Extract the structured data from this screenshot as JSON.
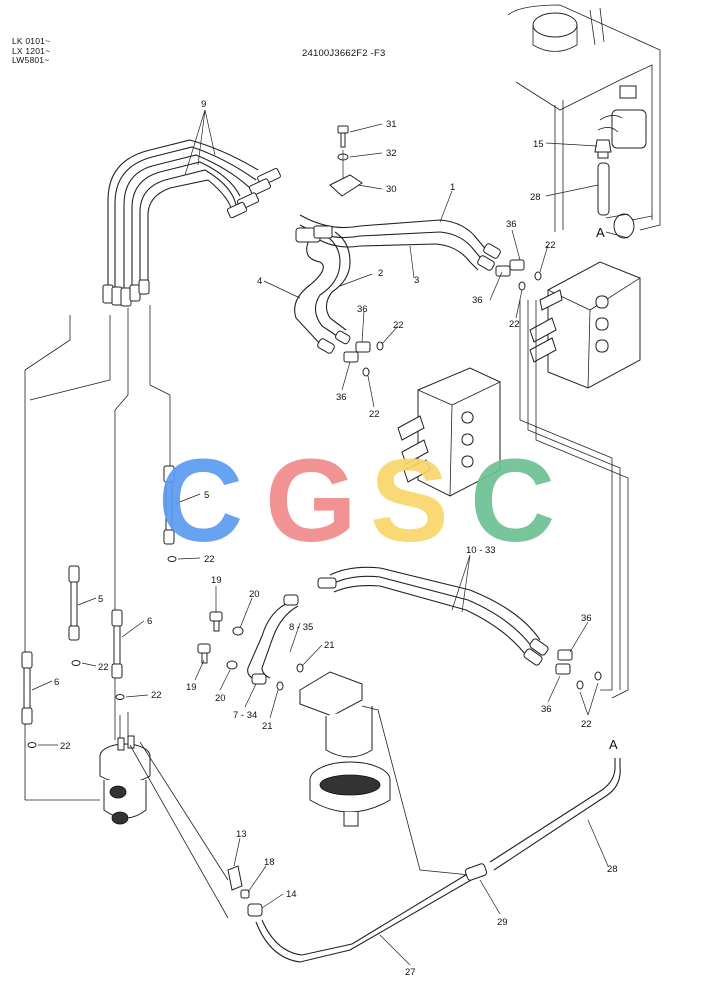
{
  "header": {
    "models": [
      "LK 0101~",
      "LX 1201~",
      "LW5801~"
    ],
    "drawing_number": "24100J3662F2 -F3"
  },
  "callouts": {
    "c1": "1",
    "c2": "2",
    "c3": "3",
    "c4": "4",
    "c5a": "5",
    "c5b": "5",
    "c6a": "6",
    "c6b": "6",
    "c7": "7 - 34",
    "c8": "8 - 35",
    "c9": "9",
    "c10": "10 - 33",
    "c13": "13",
    "c14": "14",
    "c15": "15",
    "c18": "18",
    "c19a": "19",
    "c19b": "19",
    "c20a": "20",
    "c20b": "20",
    "c21a": "21",
    "c21b": "21",
    "c22a": "22",
    "c22b": "22",
    "c22c": "22",
    "c22d": "22",
    "c22e": "22",
    "c22f": "22",
    "c22g": "22",
    "c22h": "22",
    "c22i": "22",
    "c27": "27",
    "c28a": "28",
    "c28b": "28",
    "c29": "29",
    "c30": "30",
    "c31": "31",
    "c32": "32",
    "c36a": "36",
    "c36b": "36",
    "c36c": "36",
    "c36d": "36",
    "c36e": "36",
    "c36f": "36",
    "refA1": "A",
    "refA2": "A"
  },
  "watermark": {
    "letters": [
      "C",
      "G",
      "S",
      "C"
    ],
    "colors": [
      "#5b9bf0",
      "#f0898a",
      "#f9d56a",
      "#6cbf92"
    ]
  }
}
